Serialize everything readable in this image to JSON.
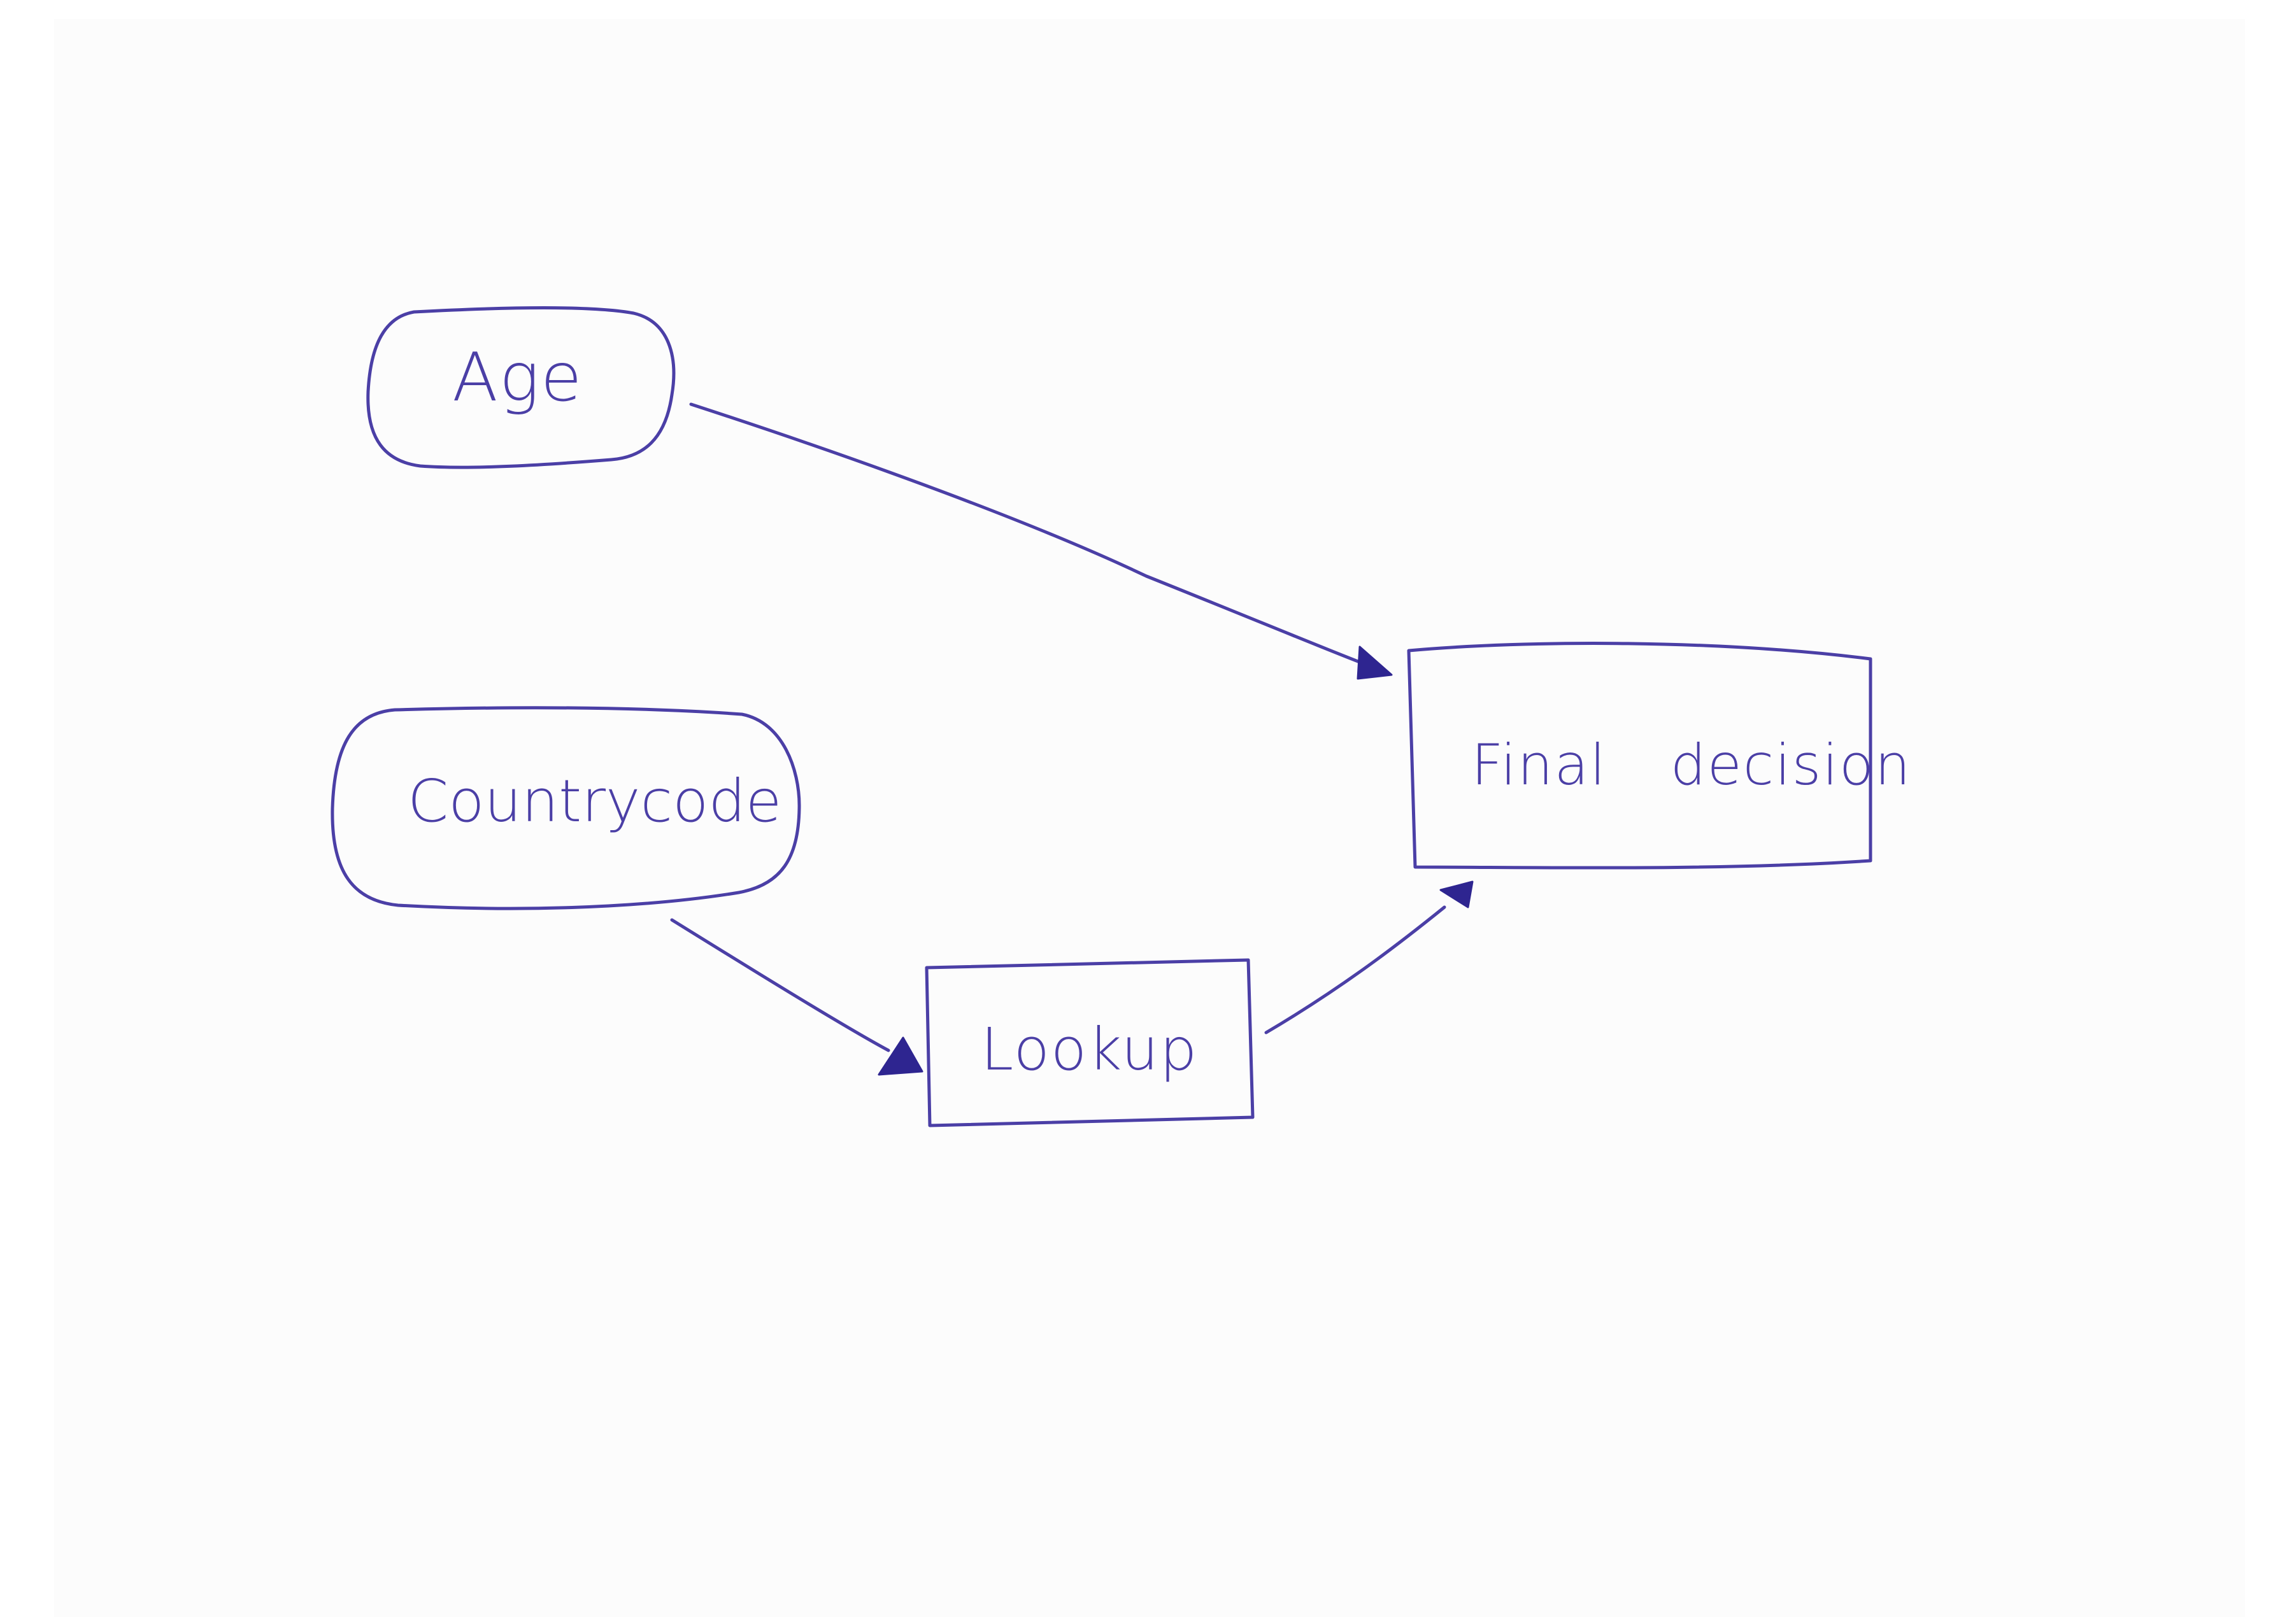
{
  "diagram": {
    "ink_color": "#4b3fa6",
    "arrowhead_color": "#2e2590",
    "nodes": {
      "age": {
        "label": "Age",
        "shape": "rounded-rect"
      },
      "countrycode": {
        "label": "Countrycode",
        "shape": "rounded-rect"
      },
      "lookup": {
        "label": "Lookup",
        "shape": "rect"
      },
      "final_decision": {
        "label": "Final decision",
        "shape": "rect"
      }
    },
    "edges": [
      {
        "from": "Age",
        "to": "Final decision"
      },
      {
        "from": "Countrycode",
        "to": "Lookup"
      },
      {
        "from": "Lookup",
        "to": "Final decision"
      }
    ]
  }
}
